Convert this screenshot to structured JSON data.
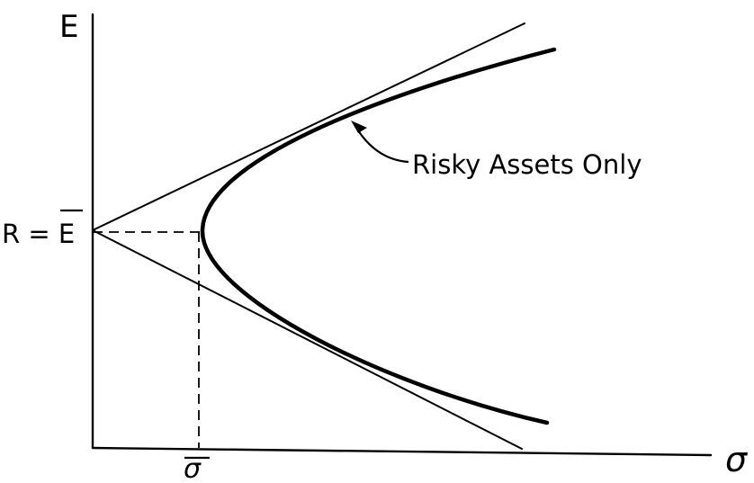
{
  "axes": {
    "y_label": "E",
    "x_label": "σ"
  },
  "labels": {
    "intercept": "R = E",
    "min_sigma": "σ",
    "curve": "Risky Assets Only"
  }
}
